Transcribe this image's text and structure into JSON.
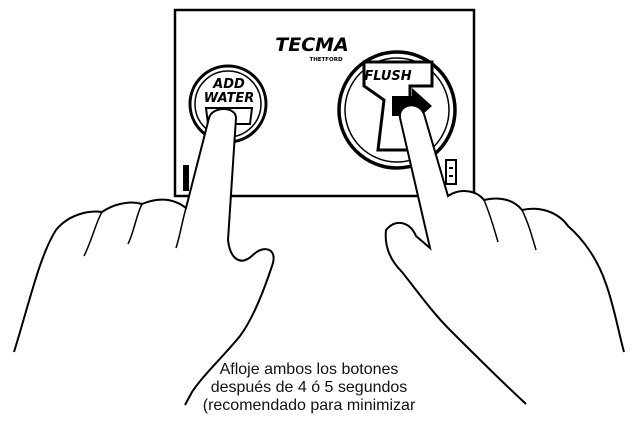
{
  "panel": {
    "brand": "TECMA",
    "sub_brand": "THETFORD",
    "add_water_button": {
      "line1": "ADD",
      "line2": "WATER"
    },
    "flush_button": {
      "label": "FLUSH"
    }
  },
  "caption": {
    "lines": [
      "Afloje ambos los botones",
      "después de 4 ó 5 segundos",
      "(recomendado para minimizar"
    ]
  },
  "colors": {
    "ink": "#000000",
    "paper": "#ffffff",
    "text": "#111111"
  }
}
